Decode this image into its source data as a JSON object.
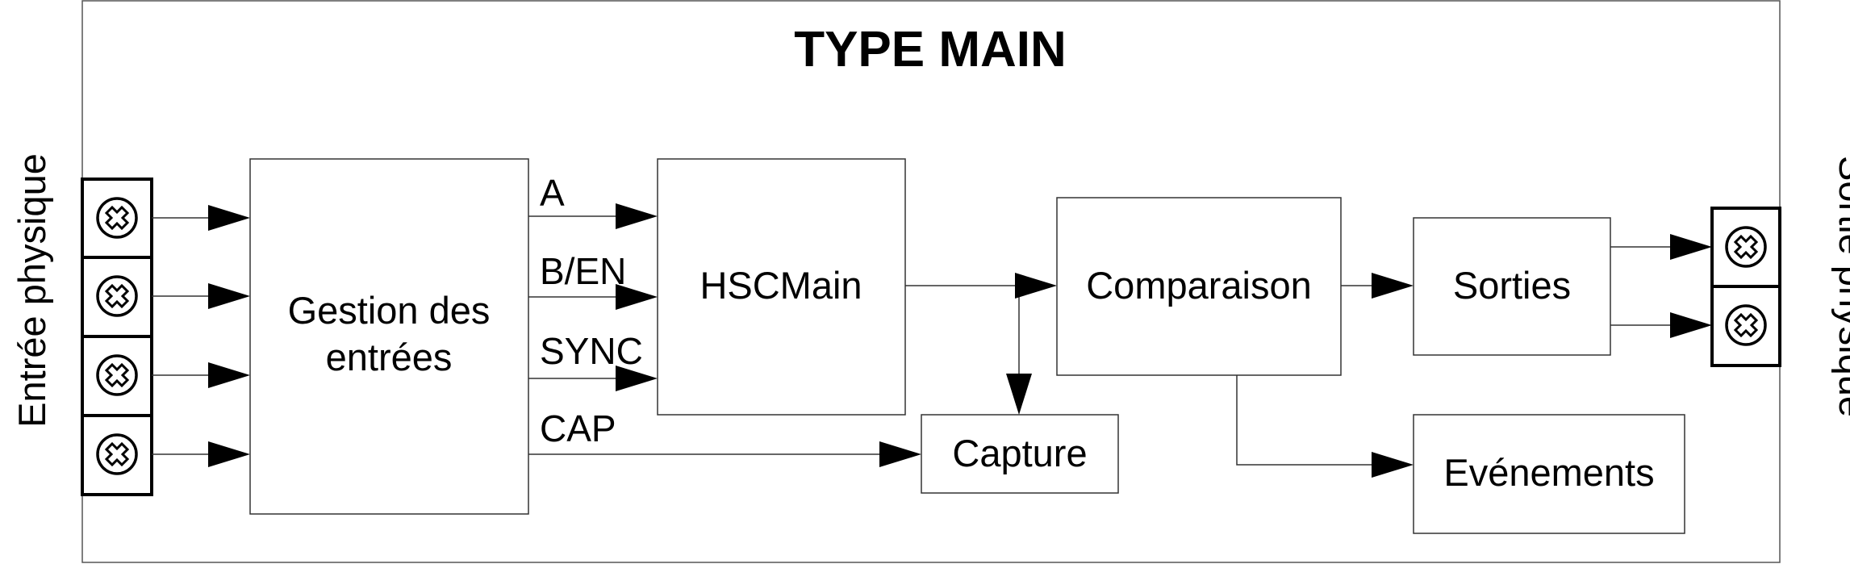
{
  "diagram": {
    "title": "TYPE MAIN",
    "input_label": "Entrée physique",
    "output_label": "Sortie physique",
    "blocks": {
      "gestion_line1": "Gestion des",
      "gestion_line2": "entrées",
      "hscmain": "HSCMain",
      "comparaison": "Comparaison",
      "sorties": "Sorties",
      "capture": "Capture",
      "evenements": "Evénements"
    },
    "signals": {
      "a": "A",
      "b_en": "B/EN",
      "sync": "SYNC",
      "cap": "CAP"
    },
    "input_terminal_count": 4,
    "output_terminal_count": 2
  }
}
